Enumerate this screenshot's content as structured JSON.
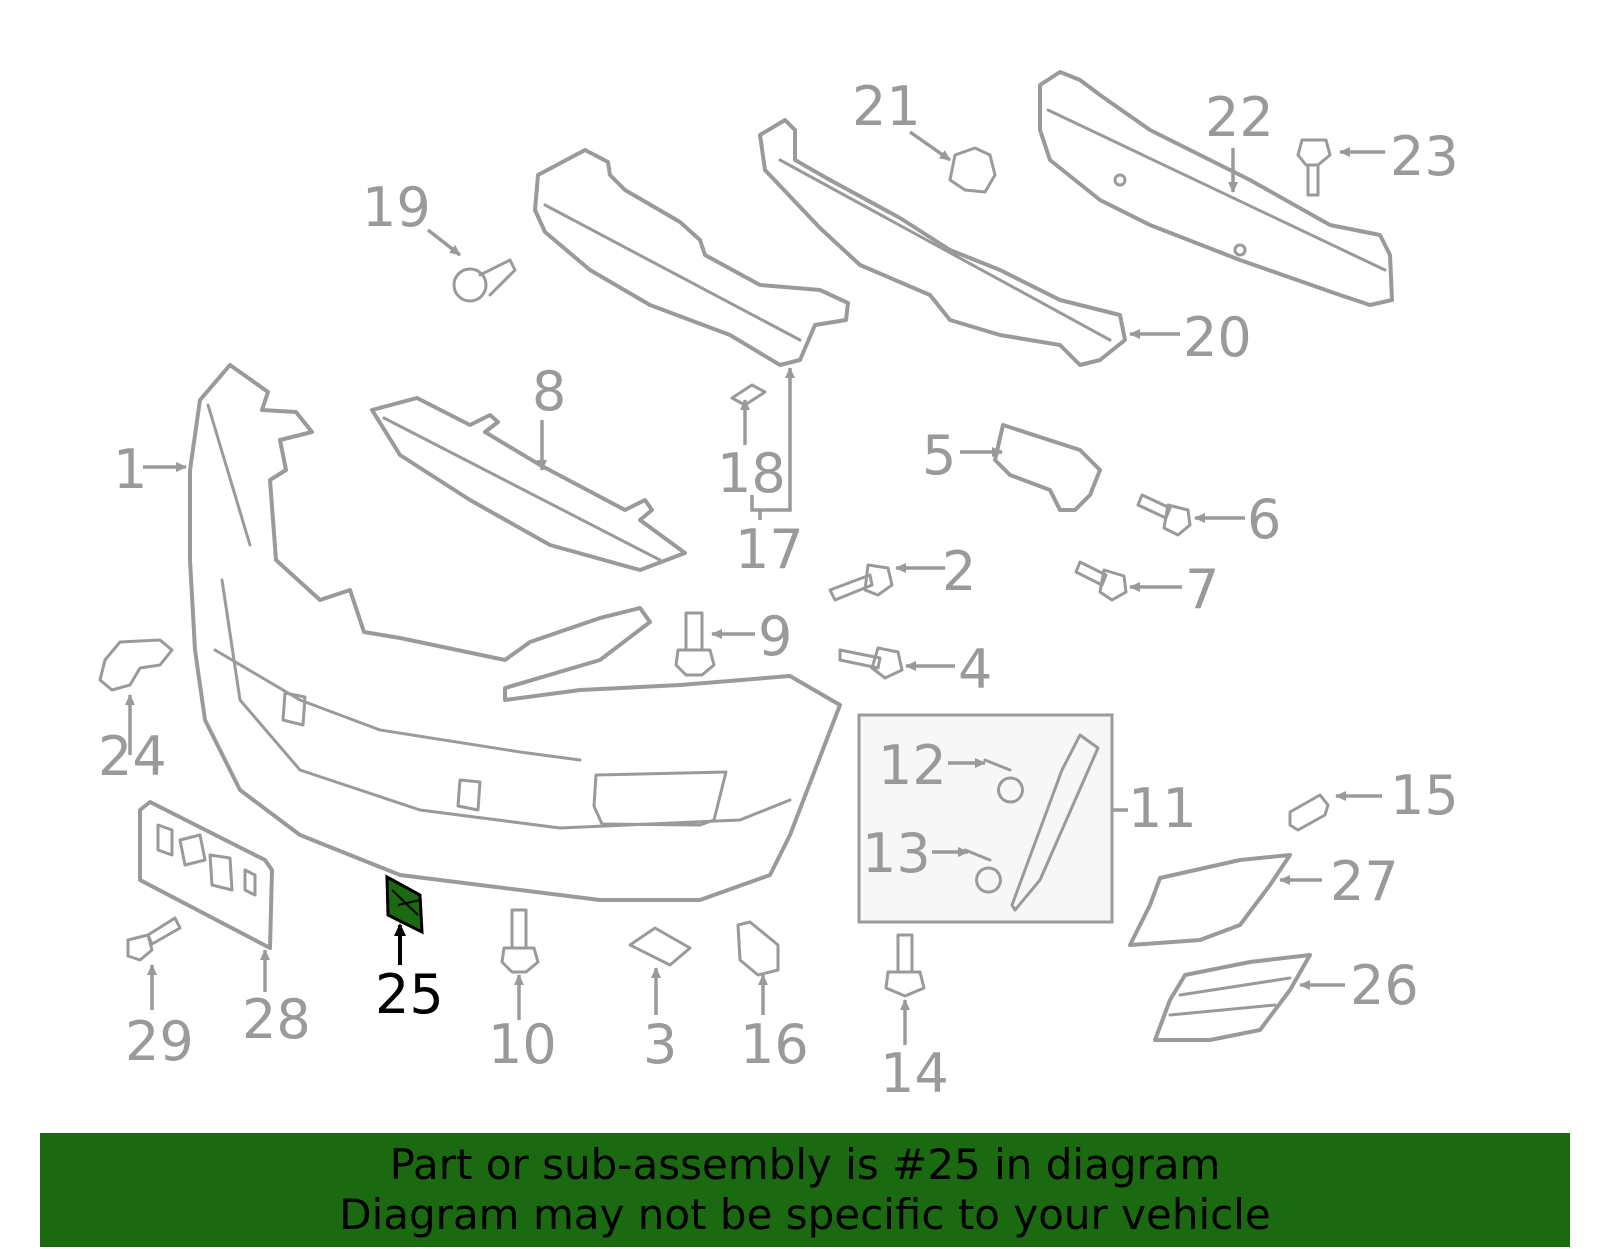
{
  "diagram": {
    "labels": [
      "1",
      "2",
      "3",
      "4",
      "5",
      "6",
      "7",
      "8",
      "9",
      "10",
      "11",
      "12",
      "13",
      "14",
      "15",
      "16",
      "17",
      "18",
      "19",
      "20",
      "21",
      "22",
      "23",
      "24",
      "25",
      "26",
      "27",
      "28",
      "29"
    ],
    "highlighted_part": "25",
    "highlight_color": "#1b6a12"
  },
  "banner": {
    "line1": "Part or sub-assembly is #25 in diagram",
    "line2": "Diagram may not be specific to your vehicle",
    "background": "#1b6a12"
  }
}
